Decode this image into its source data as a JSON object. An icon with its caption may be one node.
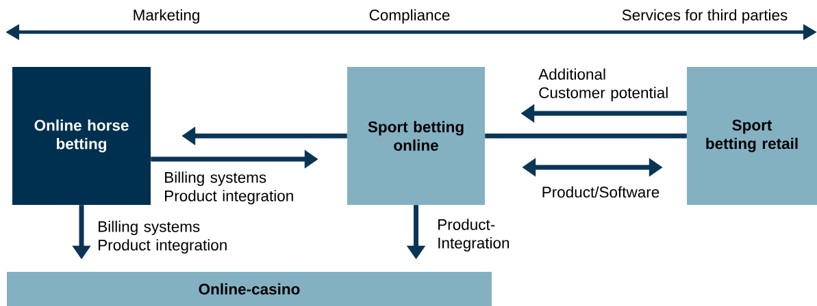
{
  "diagram": {
    "nodes": [
      {
        "text": [
          "Online horse betting"
        ]
      },
      {
        "text": [
          "Sport betting online"
        ]
      },
      {
        "text": [
          "Sport betting retail"
        ]
      },
      {
        "text": [
          "Online-casino"
        ]
      }
    ],
    "edges": [
      {
        "from": 1,
        "to": 0,
        "arrow": "to"
      },
      {
        "from": 0,
        "to": 1,
        "arrow": "to",
        "label": "Billing systems Product integration"
      },
      {
        "from": 2,
        "to": 1,
        "arrow": "none"
      },
      {
        "from": 2,
        "to": 1,
        "arrow": "to",
        "label": "Additional Customer potential"
      },
      {
        "from": 1,
        "to": 2,
        "arrow": "both",
        "label": "Product/Software"
      },
      {
        "from": 0,
        "to": 3,
        "arrow": "to",
        "label": "Billing systems Product integration"
      },
      {
        "from": 1,
        "to": 3,
        "arrow": "to",
        "label": "Product- Integration"
      }
    ],
    "labels": [
      "Marketing",
      "Compliance",
      "Services for third parties"
    ]
  }
}
